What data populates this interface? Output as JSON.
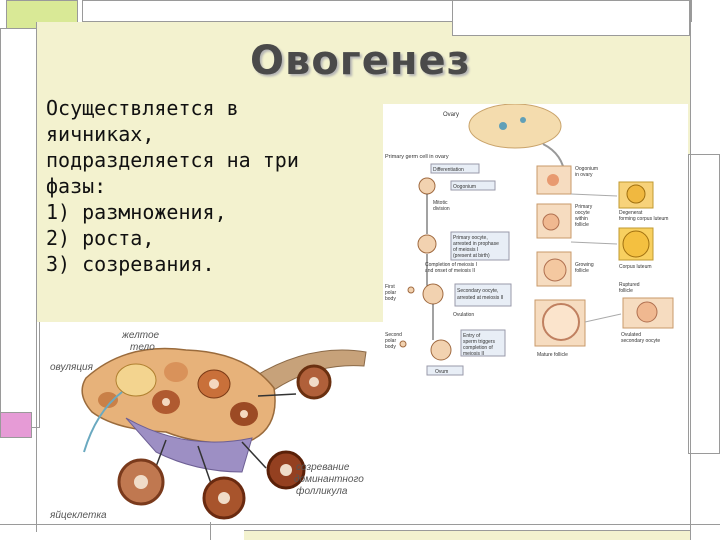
{
  "colors": {
    "accent_yellow": "#f3f2cf",
    "accent_green": "#d9e996",
    "accent_pink": "#e69bd6",
    "frame_gray": "#9a9a9a"
  },
  "slide": {
    "title": "Овогенез",
    "body_lines": [
      "Осуществляется в",
      "яичниках,",
      "подразделяется на три",
      "фазы:",
      "1) размножения,",
      "2) роста,",
      "3) созревания."
    ]
  },
  "ovary_figure": {
    "labels": {
      "corpus_luteum_1": "желтое",
      "corpus_luteum_2": "тело",
      "ovulation": "овуляция",
      "dominant_1": "созревание",
      "dominant_2": "доминантного",
      "dominant_3": "фолликула",
      "ovum": "яйцеклетка"
    }
  },
  "diagram_figure": {
    "labels": {
      "ovary": "Ovary",
      "pgc": "Primary germ cell in ovary",
      "diff": "Differentiation",
      "oogonium": "Oogonium",
      "mitotic_1": "Mitotic",
      "mitotic_2": "division",
      "primary_oocyte_1": "Primary oocyte,",
      "primary_oocyte_2": "arrested in prophase",
      "primary_oocyte_3": "of meiosis I",
      "primary_oocyte_4": "(present at birth)",
      "completion_1": "Completion of meiosis I",
      "completion_2": "and onset of meiosis II",
      "first_polar_1": "First",
      "first_polar_2": "polar",
      "first_polar_3": "body",
      "secondary_1": "Secondary oocyte,",
      "secondary_2": "arrested at meiosis II",
      "ovulation": "Ovulation",
      "entry_1": "Entry of",
      "entry_2": "sperm triggers",
      "entry_3": "completion of",
      "entry_4": "meiosis II",
      "second_polar_1": "Second",
      "second_polar_2": "polar",
      "second_polar_3": "body",
      "ovum": "Ovum",
      "oogonium_ovary_1": "Oogonium",
      "oogonium_ovary_2": "in ovary",
      "primary_follicle_1": "Primary",
      "primary_follicle_2": "oocyte",
      "primary_follicle_3": "within",
      "primary_follicle_4": "follicle",
      "growing_1": "Growing",
      "growing_2": "follicle",
      "mature_follicle": "Mature follicle",
      "degen_1": "Degenerat",
      "degen_2": "forming corpus luteum",
      "corpus_luteum": "Corpus luteum",
      "ruptured_1": "Ruptured",
      "ruptured_2": "follicle",
      "ovulated_1": "Ovulated",
      "ovulated_2": "secondary oocyte"
    }
  }
}
